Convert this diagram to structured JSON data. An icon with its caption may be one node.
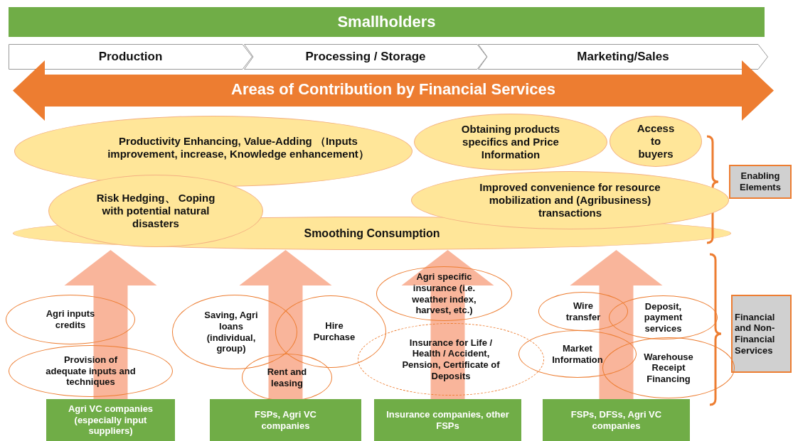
{
  "diagram": {
    "nodes": [
      {
        "text": [
          "Smallholders"
        ]
      },
      {
        "text": [
          "Production"
        ]
      },
      {
        "text": [
          "Processing / Storage"
        ]
      },
      {
        "text": [
          "Marketing/Sales"
        ]
      },
      {
        "text": [
          "Areas of Contribution by Financial Services"
        ]
      },
      {
        "text": [
          "Productivity Enhancing, Value-Adding （Inputs improvement, increase, Knowledge enhancement）"
        ]
      },
      {
        "text": [
          "Obtaining products specifics and Price Information"
        ]
      },
      {
        "text": [
          "Access to buyers"
        ]
      },
      {
        "text": [
          "Risk Hedging、 Coping with potential natural disasters"
        ]
      },
      {
        "text": [
          "Improved convenience for resource mobilization and (Agribusiness) transactions"
        ]
      },
      {
        "text": [
          "Smoothing Consumption"
        ]
      },
      {
        "text": [
          "Enabling Elements"
        ]
      },
      {
        "text": [
          "Agri inputs credits"
        ]
      },
      {
        "text": [
          "Provision of adequate inputs and techniques"
        ]
      },
      {
        "text": [
          "Saving, Agri loans (individual, group)"
        ]
      },
      {
        "text": [
          "Hire Purchase"
        ]
      },
      {
        "text": [
          "Rent and leasing"
        ]
      },
      {
        "text": [
          "Agri specific insurance (i.e. weather index, harvest, etc.)"
        ]
      },
      {
        "text": [
          "Insurance for Life / Health / Accident, Pension, Certificate of Deposits"
        ]
      },
      {
        "text": [
          "Wire transfer"
        ]
      },
      {
        "text": [
          "Deposit, payment services"
        ]
      },
      {
        "text": [
          "Market Information"
        ]
      },
      {
        "text": [
          "Warehouse Receipt Financing"
        ]
      },
      {
        "text": [
          "Financial and Non-Financial Services"
        ]
      },
      {
        "text": [
          "Agri VC companies (especially input suppliers)"
        ]
      },
      {
        "text": [
          "FSPs, Agri VC companies"
        ]
      },
      {
        "text": [
          "Insurance companies, other FSPs"
        ]
      },
      {
        "text": [
          "FSPs, DFSs, Agri VC companies"
        ]
      }
    ],
    "edges": [
      {
        "from": 24,
        "to": 10,
        "arrow": "to",
        "style": "thick",
        "color": "#f9b59b"
      },
      {
        "from": 25,
        "to": 10,
        "arrow": "to",
        "style": "thick",
        "color": "#f9b59b"
      },
      {
        "from": 26,
        "to": 10,
        "arrow": "to",
        "style": "thick",
        "color": "#f9b59b"
      },
      {
        "from": 27,
        "to": 10,
        "arrow": "to",
        "style": "thick",
        "color": "#f9b59b"
      }
    ]
  }
}
